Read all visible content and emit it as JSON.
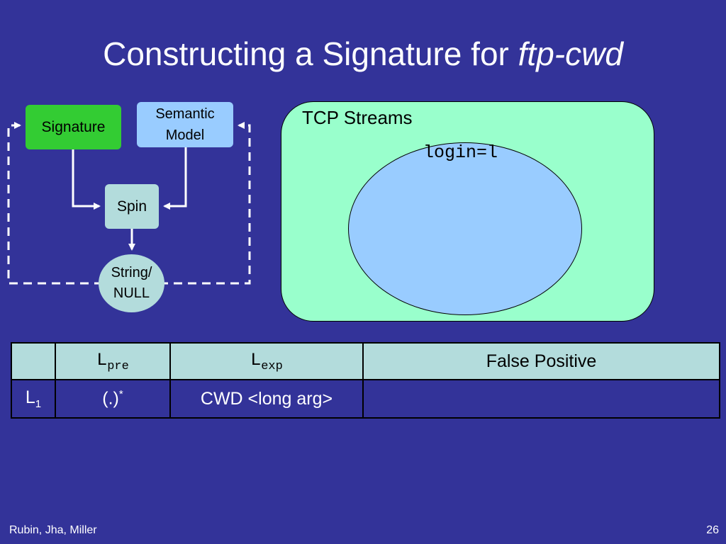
{
  "slide": {
    "title": "Constructing a Signature for ",
    "title_emphasis": "ftp-cwd",
    "footer_authors": "Rubin, Jha, Miller",
    "page_number": "26"
  },
  "diagram": {
    "signature": "Signature",
    "semantic_model_line1": "Semantic",
    "semantic_model_line2": "Model",
    "spin": "Spin",
    "output_line1": "String/",
    "output_line2": "NULL"
  },
  "tcp": {
    "title": "TCP Streams",
    "ellipse_label": "login=l"
  },
  "table": {
    "header": {
      "col1": "",
      "lpre_base": "L",
      "lpre_sub": "pre",
      "lexp_base": "L",
      "lexp_sub": "exp",
      "false_positive": "False Positive"
    },
    "rows": [
      {
        "name_base": "L",
        "name_sub": "1",
        "pre_base": "(.)",
        "pre_sup": "*",
        "exp": "CWD <long arg>",
        "false_positive": ""
      }
    ]
  },
  "colors": {
    "background": "#333399",
    "signature_box": "#33cc33",
    "semantic_box": "#99ccff",
    "spin_box": "#b3dcdc",
    "tcp_panel": "#99ffcc",
    "ellipse": "#99ccff",
    "table_header": "#b3dcdc"
  }
}
